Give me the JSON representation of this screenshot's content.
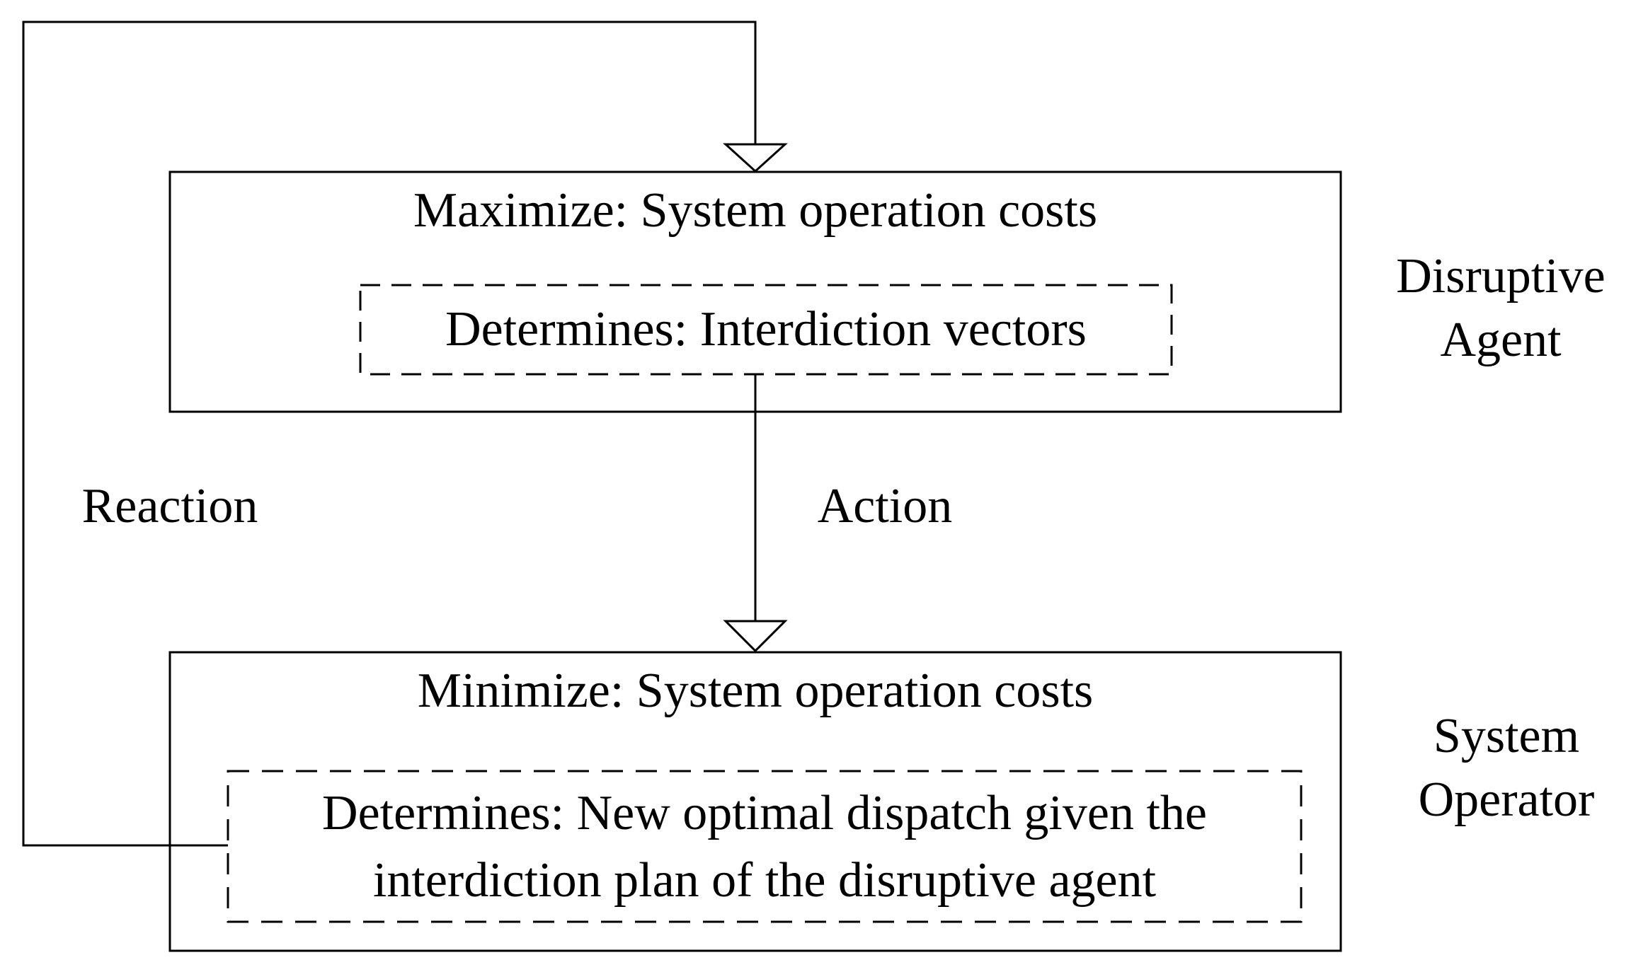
{
  "colors": {
    "background": "#ffffff",
    "line": "#000000",
    "text": "#000000"
  },
  "upper_level": {
    "objective": "Maximize: System operation costs",
    "determines": "Determines: Interdiction vectors",
    "actor_line1": "Disruptive",
    "actor_line2": "Agent"
  },
  "lower_level": {
    "objective": "Minimize: System operation costs",
    "determines_line1": "Determines: New optimal dispatch given the",
    "determines_line2": "interdiction plan of the disruptive agent",
    "actor_line1": "System",
    "actor_line2": "Operator"
  },
  "edges": {
    "action_label": "Action",
    "reaction_label": "Reaction"
  }
}
